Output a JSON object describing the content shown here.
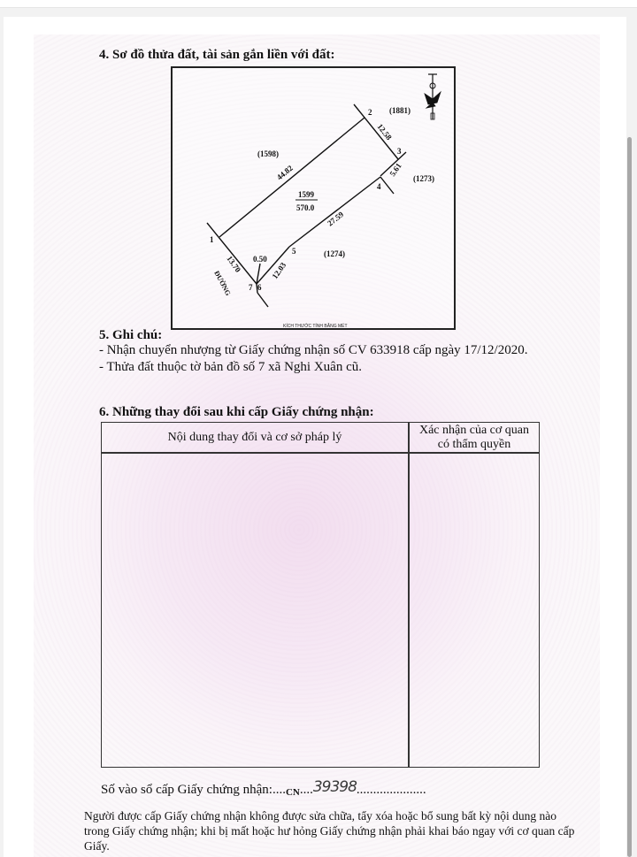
{
  "section4": {
    "title": "4. Sơ đồ thửa đất, tài sản gắn liền với đất:",
    "diagram": {
      "parcel_number": "1599",
      "parcel_area": "570.0",
      "neighbors": [
        "(1881)",
        "(1598)",
        "(1273)",
        "(1274)"
      ],
      "points": [
        "1",
        "2",
        "3",
        "4",
        "5",
        "6",
        "7"
      ],
      "edges": {
        "e1_2": "44.82",
        "e2_3": "12.58",
        "e3_4": "5.61",
        "e4_5": "27.59",
        "e5_6": "12.03",
        "e6_7": "0.50",
        "e7_1": "13.70"
      },
      "road_label": "ĐƯỜNG",
      "scale_note": "KÍCH THƯỚC TÍNH BẰNG MÉT",
      "compass_icon": "north-arrow-icon"
    }
  },
  "section5": {
    "title": "5. Ghi chú:",
    "notes": [
      "- Nhận chuyển nhượng từ Giấy chứng nhận số CV 633918 cấp ngày 17/12/2020.",
      "- Thửa đất thuộc tờ bản đồ số 7 xã Nghi Xuân cũ."
    ]
  },
  "section6": {
    "title": "6. Những thay đổi sau khi cấp Giấy chứng nhận:",
    "table": {
      "headers": [
        "Nội dung thay đổi và cơ sở pháp lý",
        "Xác nhận của cơ quan",
        "có thẩm quyền"
      ],
      "rows": []
    }
  },
  "registration": {
    "label": "Số vào sổ cấp Giấy chứng nhận:",
    "dots_before": "....",
    "prefix": "CN",
    "dots_mid": "....",
    "number": "39398",
    "dots_after": "....................."
  },
  "warning": "Người được cấp Giấy chứng nhận không được sửa chữa, tẩy xóa hoặc bổ sung bất kỳ nội dung nào trong Giấy chứng nhận; khi bị mất hoặc hư hỏng Giấy chứng nhận phải khai báo ngay với cơ quan cấp Giấy."
}
